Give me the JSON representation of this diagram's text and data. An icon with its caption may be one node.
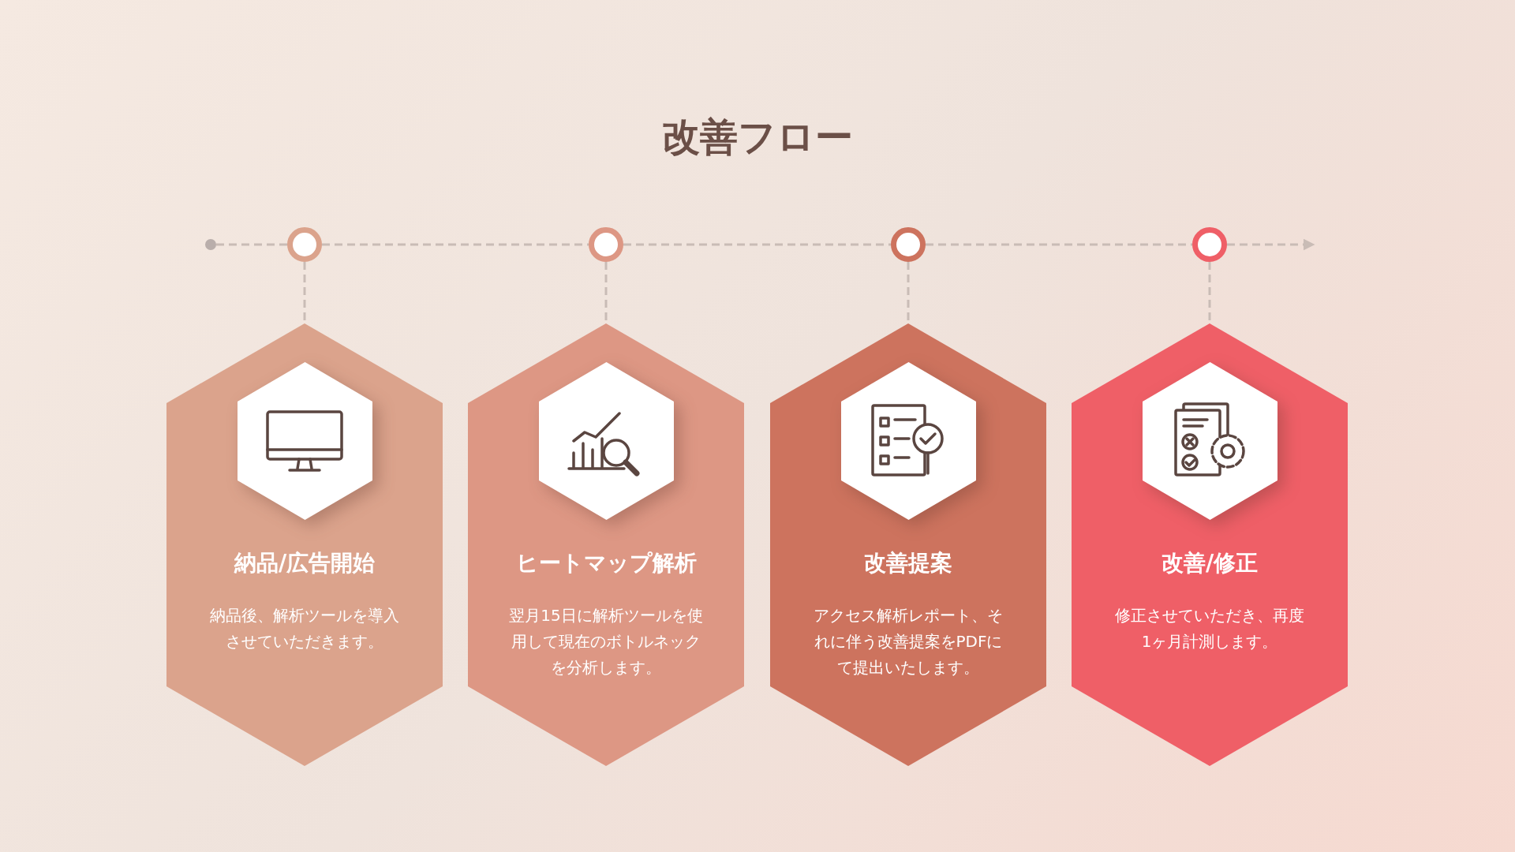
{
  "diagram": {
    "title": "改善フロー",
    "nodes": [
      {
        "text": [],
        "shape": "circle"
      },
      {
        "text": [],
        "shape": "circle"
      },
      {
        "text": [],
        "shape": "circle"
      },
      {
        "text": [],
        "shape": "circle"
      },
      {
        "text": [],
        "shape": "circle"
      },
      {
        "text": [
          "納品/広告開始",
          "納品後、解析ツールを導入させていただきます。"
        ]
      },
      {
        "text": [
          "ヒートマップ解析",
          "翌月15日に解析ツールを使用して現在のボトルネックを分析します。"
        ]
      },
      {
        "text": [
          "改善提案",
          "アクセス解析レポート、それに伴う改善提案をPDFにて提出いたします。"
        ]
      },
      {
        "text": [
          "改善/修正",
          "修正させていただき、再度1ヶ月計測します。"
        ]
      }
    ],
    "edges": [
      {
        "from": 0,
        "to": 1,
        "arrow": "none",
        "style": "dashed"
      },
      {
        "from": 1,
        "to": 2,
        "arrow": "none",
        "style": "dashed"
      },
      {
        "from": 2,
        "to": 3,
        "arrow": "none",
        "style": "dashed"
      },
      {
        "from": 3,
        "to": 4,
        "arrow": "none",
        "style": "dashed"
      },
      {
        "from": 4,
        "to": null,
        "arrow": "to",
        "style": "dashed"
      },
      {
        "from": 1,
        "to": 5,
        "arrow": "none",
        "style": "dashed"
      },
      {
        "from": 2,
        "to": 6,
        "arrow": "none",
        "style": "dashed"
      },
      {
        "from": 3,
        "to": 7,
        "arrow": "none",
        "style": "dashed"
      },
      {
        "from": 4,
        "to": 8,
        "arrow": "none",
        "style": "dashed"
      }
    ]
  }
}
